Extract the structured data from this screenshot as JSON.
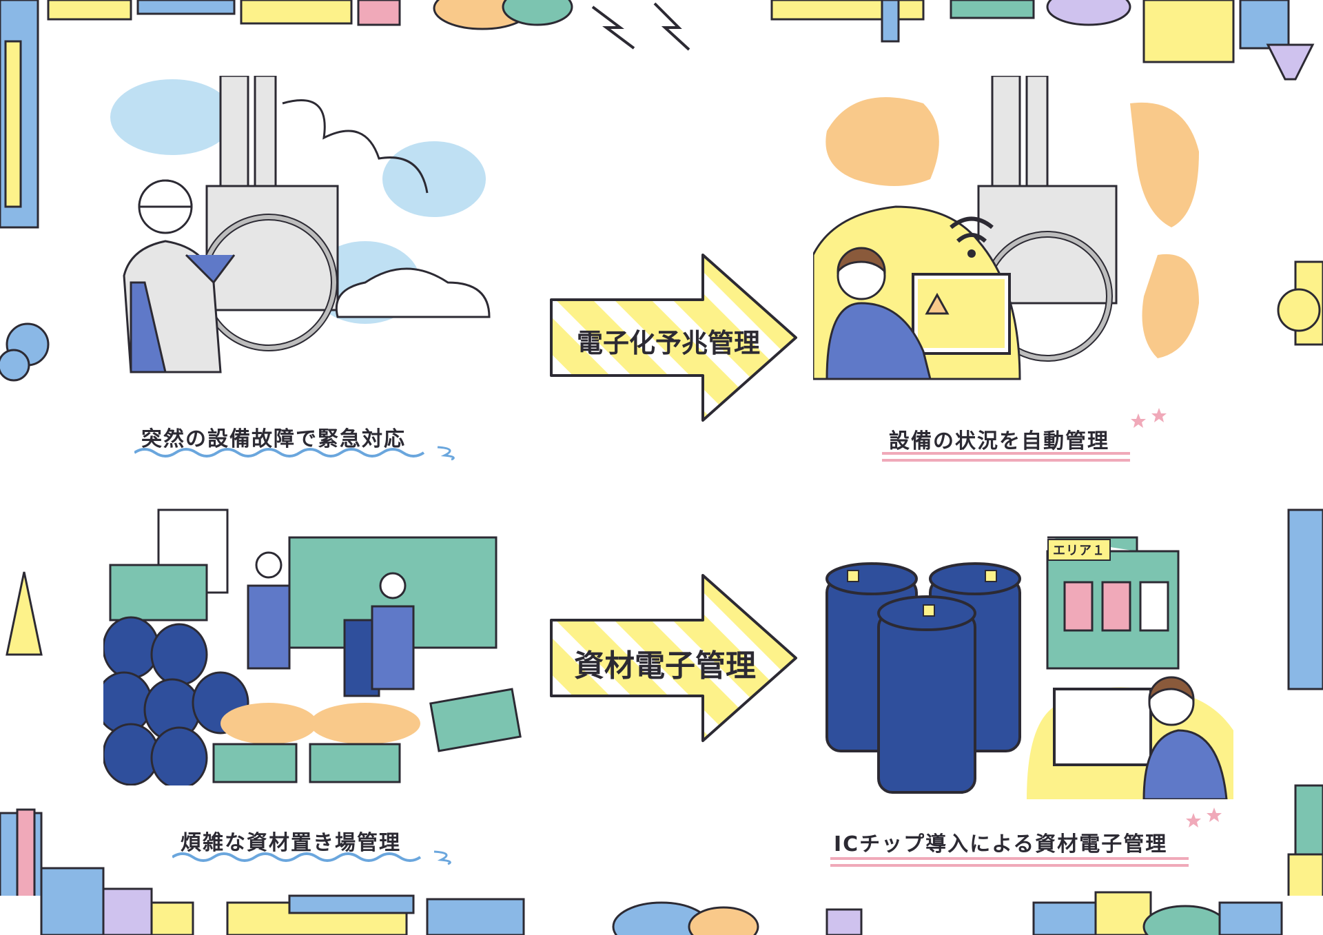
{
  "scenes": {
    "top_left_caption": "突然の設備故障で緊急対応",
    "top_arrow_label": "電子化予兆管理",
    "top_right_caption": "設備の状況を自動管理",
    "bottom_left_caption": "煩雑な資材置き場管理",
    "bottom_arrow_label": "資材電子管理",
    "bottom_right_caption": "ICチップ導入による資材電子管理",
    "area_sign": "エリア１"
  },
  "colors": {
    "arrow_fill": "#fdf28a",
    "arrow_stripe": "#ffffff",
    "drum_blue": "#2f4f9c",
    "teal": "#7cc4b0",
    "pink_underline": "#f0a9b9",
    "blue_squiggle": "#6aa6dd",
    "steam_blue": "#bfe0f3",
    "screen_bg": "#fdf28a",
    "orange_blob": "#f9c98a"
  }
}
